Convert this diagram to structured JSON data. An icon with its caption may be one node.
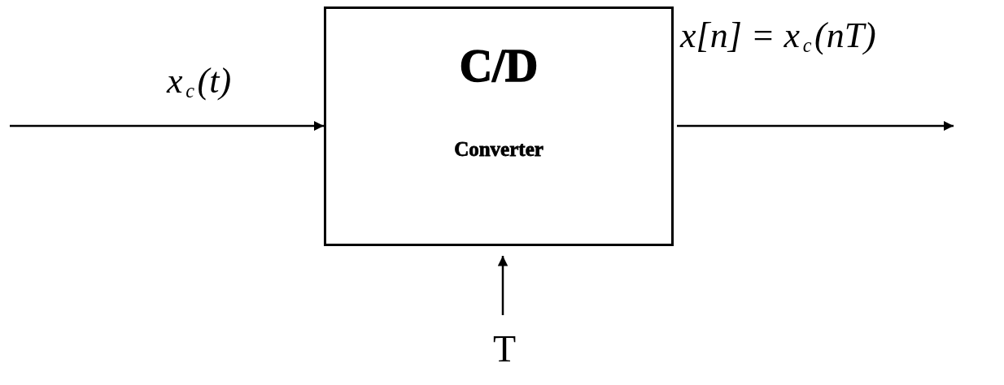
{
  "diagram": {
    "nodes": [
      {
        "text": [
          "C/D",
          "Converter"
        ]
      },
      {
        "text": [
          "T"
        ]
      }
    ],
    "edges": [
      {
        "from": null,
        "to": 0,
        "arrow": "to",
        "label": "x$_{c}$(t)"
      },
      {
        "from": 0,
        "to": null,
        "arrow": "to",
        "label": "x[n] = x$_{c}$(nT)"
      },
      {
        "from": 1,
        "to": 0,
        "arrow": "to"
      }
    ]
  }
}
